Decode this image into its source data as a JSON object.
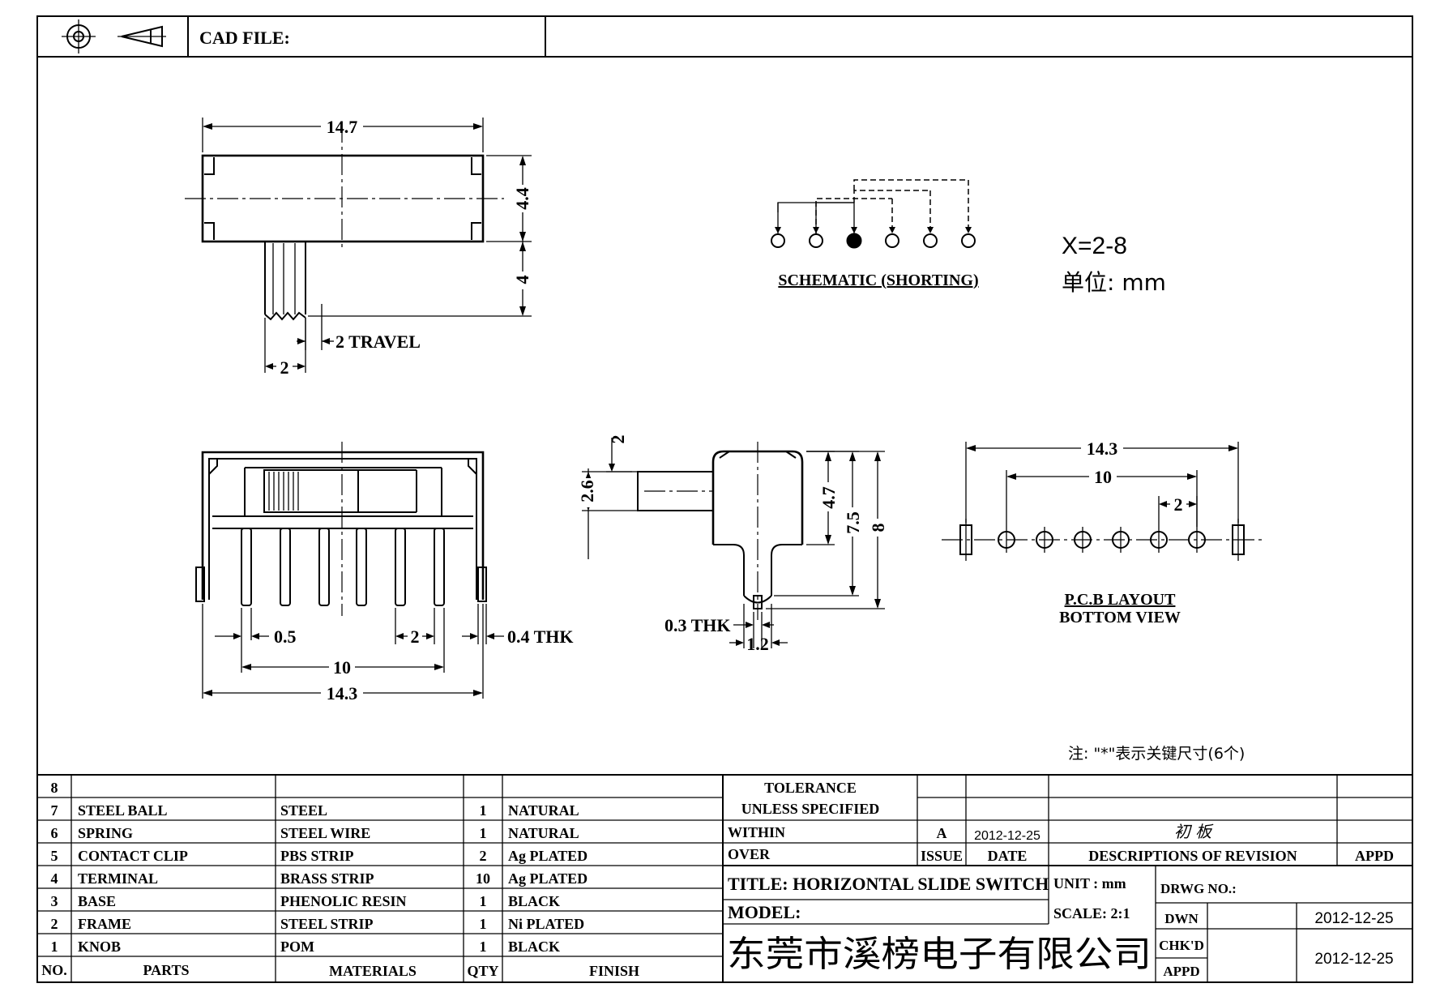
{
  "header": {
    "cad_file_label": "CAD FILE:"
  },
  "drawing": {
    "top_view": {
      "width": "14.7",
      "height": "4.4",
      "knob_height": "4",
      "knob_width": "2",
      "travel": "2 TRAVEL"
    },
    "schematic": {
      "label": "SCHEMATIC (SHORTING)"
    },
    "notes": {
      "x_range": "X=2-8",
      "unit": "单位: mm",
      "key_dims": "注: \"*\"表示关键尺寸(6个)"
    },
    "front_view": {
      "pin_width": "0.5",
      "pitch": "2",
      "thickness": "0.4 THK",
      "span": "10",
      "width": "14.3"
    },
    "side_view": {
      "knob_offset": "2",
      "knob_dia": "2.6",
      "body_h": "4.7",
      "h1": "7.5",
      "h2": "8",
      "pin_thk": "0.3 THK",
      "pin_w": "1.2"
    },
    "pcb_layout": {
      "width": "14.3",
      "span": "10",
      "pitch": "2",
      "label1": "P.C.B LAYOUT",
      "label2": "BOTTOM VIEW"
    }
  },
  "bom": {
    "rows": [
      {
        "no": "8",
        "part": "",
        "material": "",
        "qty": "",
        "finish": ""
      },
      {
        "no": "7",
        "part": "STEEL BALL",
        "material": "STEEL",
        "qty": "1",
        "finish": "NATURAL"
      },
      {
        "no": "6",
        "part": "SPRING",
        "material": "STEEL WIRE",
        "qty": "1",
        "finish": "NATURAL"
      },
      {
        "no": "5",
        "part": "CONTACT CLIP",
        "material": "PBS STRIP",
        "qty": "2",
        "finish": "Ag PLATED"
      },
      {
        "no": "4",
        "part": "TERMINAL",
        "material": "BRASS STRIP",
        "qty": "10",
        "finish": "Ag PLATED"
      },
      {
        "no": "3",
        "part": "BASE",
        "material": "PHENOLIC RESIN",
        "qty": "1",
        "finish": "BLACK"
      },
      {
        "no": "2",
        "part": "FRAME",
        "material": "STEEL STRIP",
        "qty": "1",
        "finish": "Ni PLATED"
      },
      {
        "no": "1",
        "part": "KNOB",
        "material": "POM",
        "qty": "1",
        "finish": "BLACK"
      }
    ],
    "headers": {
      "no": "NO.",
      "part": "PARTS",
      "material": "MATERIALS",
      "qty": "QTY",
      "finish": "FINISH"
    }
  },
  "title_block": {
    "tolerance1": "TOLERANCE",
    "tolerance2": "UNLESS  SPECIFIED",
    "within": "WITHIN",
    "over": "OVER",
    "rev_issue": "A",
    "rev_date": "2012-12-25",
    "rev_desc": "初 板",
    "issue_label": "ISSUE",
    "date_label": "DATE",
    "desc_label": "DESCRIPTIONS OF REVISION",
    "appd_label": "APPD",
    "title": "TITLE: HORIZONTAL SLIDE SWITCH",
    "unit": "UNIT : mm",
    "drwg_no": "DRWG NO.:",
    "model": "MODEL:",
    "scale": "SCALE: 2:1",
    "dwn": "DWN",
    "dwn_date": "2012-12-25",
    "company": "东莞市溪榜电子有限公司",
    "chkd": "CHK'D",
    "appd": "APPD",
    "chk_date": "2012-12-25"
  }
}
